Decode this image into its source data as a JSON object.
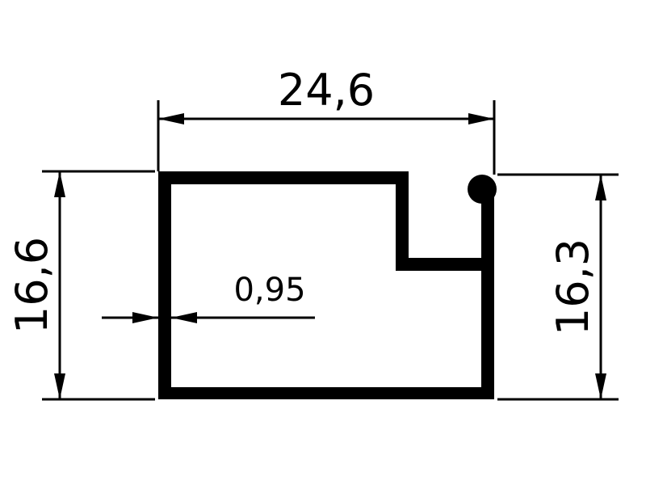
{
  "drawing": {
    "line_color": "#000000",
    "background": "#ffffff",
    "dimensions": {
      "overall_width": "24,6",
      "left_height": "16,6",
      "right_height": "16,3",
      "wall_thickness": "0,95"
    }
  }
}
